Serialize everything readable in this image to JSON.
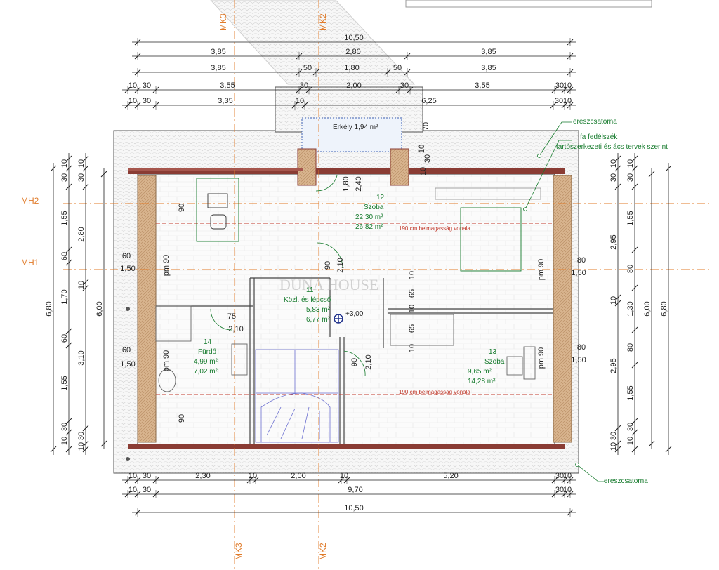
{
  "axes": {
    "top": [
      "MK3",
      "MK2"
    ],
    "bottom": [
      "MK3",
      "MK2"
    ],
    "left": [
      "MH2",
      "MH1"
    ]
  },
  "dims_top": {
    "row1": [
      "10,50"
    ],
    "row2": [
      "3,85",
      "2,80",
      "3,85"
    ],
    "row3": [
      "3,85",
      "50",
      "1,80",
      "50",
      "3,85"
    ],
    "row4": [
      "10",
      "30",
      "3,55",
      "30",
      "2,00",
      "30",
      "3,55",
      "30",
      "10"
    ],
    "row5": [
      "10",
      "30",
      "3,35",
      "10",
      "6,25",
      "30",
      "10"
    ]
  },
  "dims_bottom": {
    "row1": [
      "10",
      "30",
      "2,30",
      "10",
      "2,00",
      "10",
      "5,20",
      "30",
      "10"
    ],
    "row2": [
      "10",
      "30",
      "9,70",
      "30",
      "10"
    ],
    "row3": [
      "10,50"
    ]
  },
  "dims_left": {
    "col1": [
      "6,80"
    ],
    "col2": [
      "10",
      "30",
      "1,55",
      "60",
      "1,70",
      "60",
      "1,55",
      "30",
      "10"
    ],
    "col3": [
      "10",
      "30",
      "2,80",
      "10",
      "3,10",
      "30",
      "10"
    ],
    "col2b": [
      "6,00"
    ]
  },
  "dims_right": {
    "col1": [
      "10",
      "30",
      "2,95",
      "10",
      "2,95",
      "30",
      "10"
    ],
    "col2": [
      "10",
      "30",
      "1,55",
      "80",
      "1,30",
      "80",
      "1,55",
      "30",
      "10"
    ],
    "col3": [
      "6,00"
    ],
    "col4": [
      "6,80"
    ]
  },
  "interior_dims": [
    "1,80",
    "2,40",
    "10",
    "70",
    "10",
    "30",
    "90",
    "2,10",
    "90",
    "2,10",
    "10",
    "65",
    "10",
    "65",
    "10",
    "75",
    "2,10",
    "60",
    "1,50",
    "60",
    "1,50",
    "80",
    "1,50",
    "80",
    "1,50",
    "pm 90",
    "pm 90",
    "pm 90",
    "pm 90",
    "90",
    "90",
    "+3,00"
  ],
  "rooms": [
    {
      "num": "12",
      "name": "Szoba",
      "area1": "22,30 m²",
      "area2": "26,82 m²"
    },
    {
      "num": "11",
      "name": "Közl. és lépcső",
      "area1": "5,83 m²",
      "area2": "6,77 m²"
    },
    {
      "num": "14",
      "name": "Fürdő",
      "area1": "4,99 m²",
      "area2": "7,02 m²"
    },
    {
      "num": "13",
      "name": "Szoba",
      "area1": "9,65 m²",
      "area2": "14,28 m²"
    }
  ],
  "balcony": "Erkély 1,94 m²",
  "annotations": {
    "gutter_top": "ereszcsatorna",
    "roof_structure_1": "fa fedélszék",
    "roof_structure_2": "tartószerkezeti és ács tervek szerint",
    "gutter_bottom": "ereszcsatorna",
    "headroom_line_1": "190 cm belmagasság vonala",
    "headroom_line_2": "190 cm belmagasság vonala"
  },
  "watermark": "DUNA HOUSE",
  "colors": {
    "wall": "#c9a27a",
    "wall_dark": "#8a3c34",
    "accent_green": "#157a2c",
    "axis_orange": "#e07b2a",
    "headroom_red": "#c0392b",
    "stair_blue": "#6b6fd0"
  }
}
